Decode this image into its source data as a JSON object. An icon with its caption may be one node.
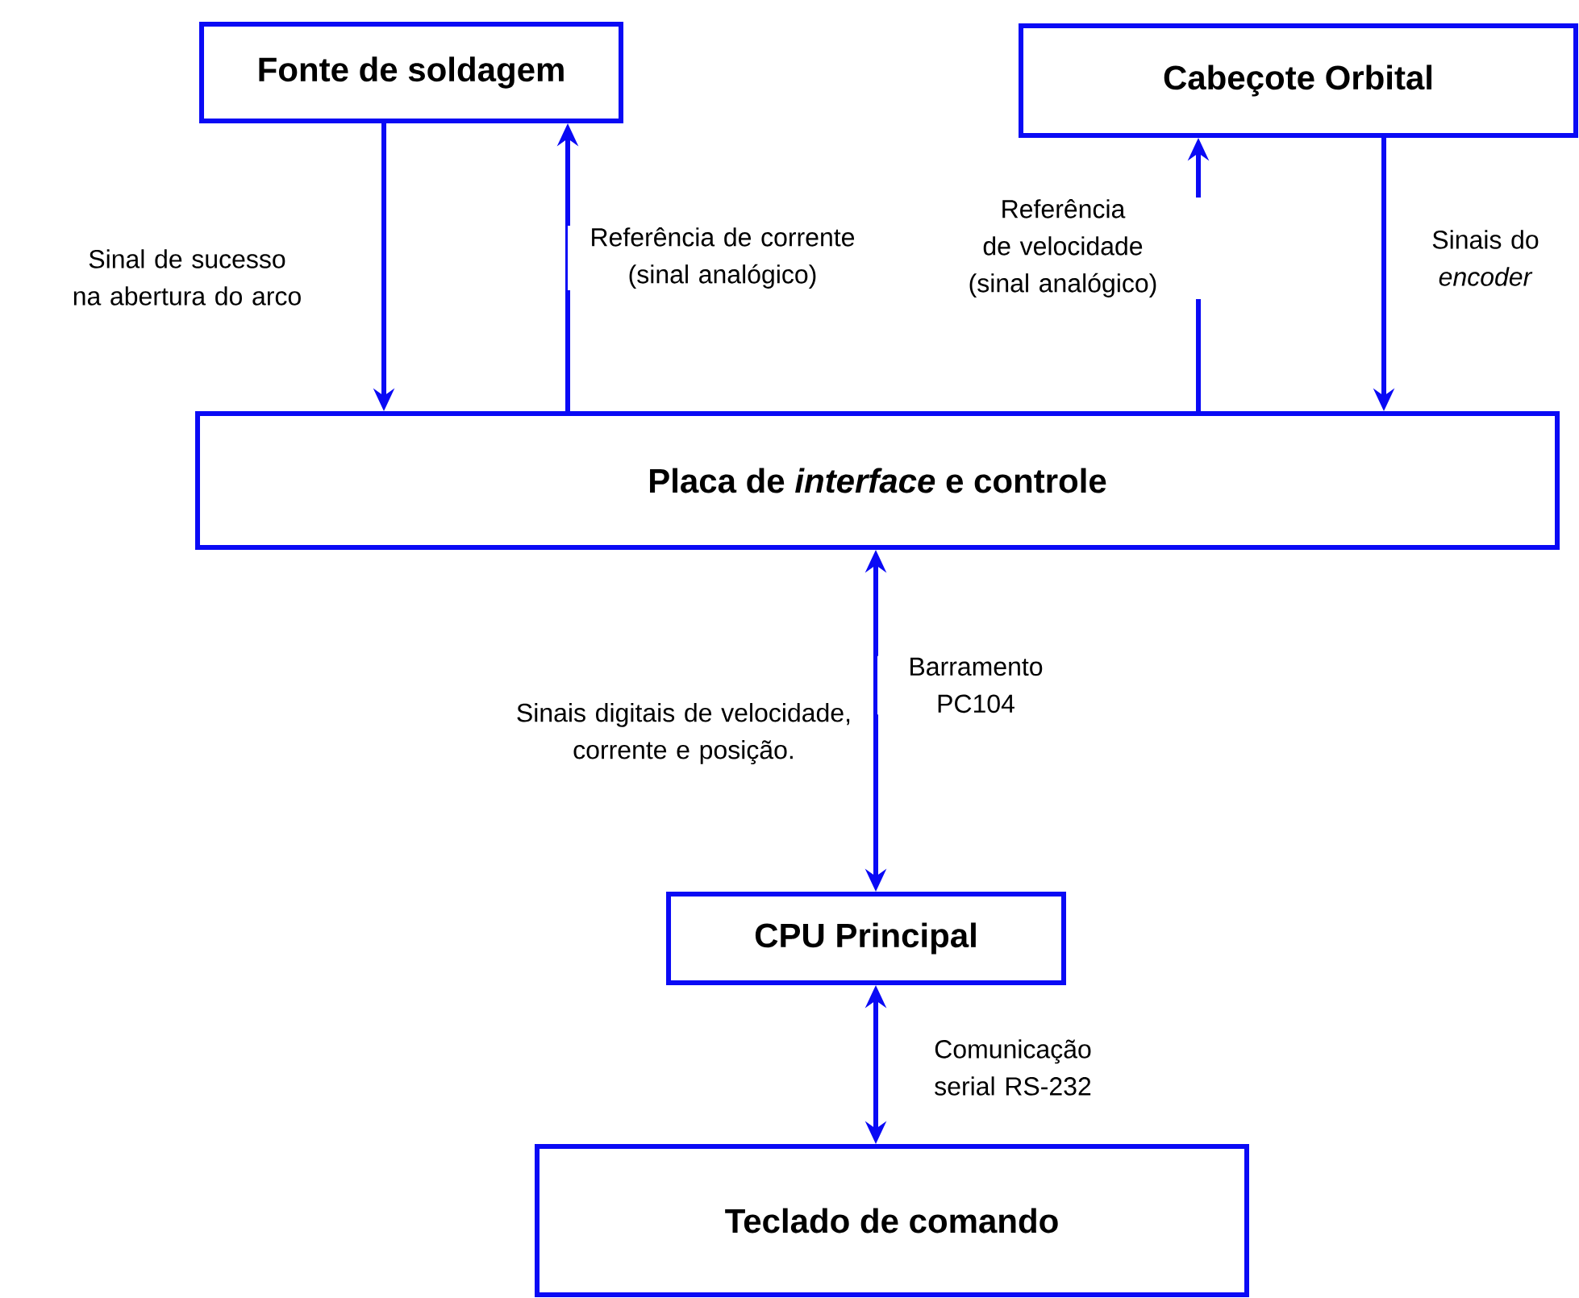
{
  "diagram": {
    "nodes": [
      {
        "text": [
          "Fonte de soldagem"
        ]
      },
      {
        "text": [
          "Cabeçote Orbital"
        ]
      },
      {
        "text": [
          "Placa de *interface* e controle"
        ]
      },
      {
        "text": [
          "CPU Principal"
        ]
      },
      {
        "text": [
          "Teclado de comando"
        ]
      }
    ],
    "edges": [
      {
        "from": 0,
        "to": 2,
        "arrow": "to",
        "label": "Sinal de sucesso na abertura do arco"
      },
      {
        "from": 2,
        "to": 0,
        "arrow": "to",
        "label": "Referência de corrente (sinal analógico)"
      },
      {
        "from": 2,
        "to": 1,
        "arrow": "to",
        "label": "Referência de velocidade (sinal analógico)"
      },
      {
        "from": 1,
        "to": 2,
        "arrow": "to",
        "label": "Sinais do *encoder*"
      },
      {
        "from": 2,
        "to": 3,
        "arrow": "both",
        "label": "Barramento PC104"
      },
      {
        "from": 3,
        "to": 4,
        "arrow": "both",
        "label": "Comunicação serial RS-232"
      }
    ],
    "labels": [
      "Sinais digitais de velocidade, corrente e posição."
    ]
  }
}
